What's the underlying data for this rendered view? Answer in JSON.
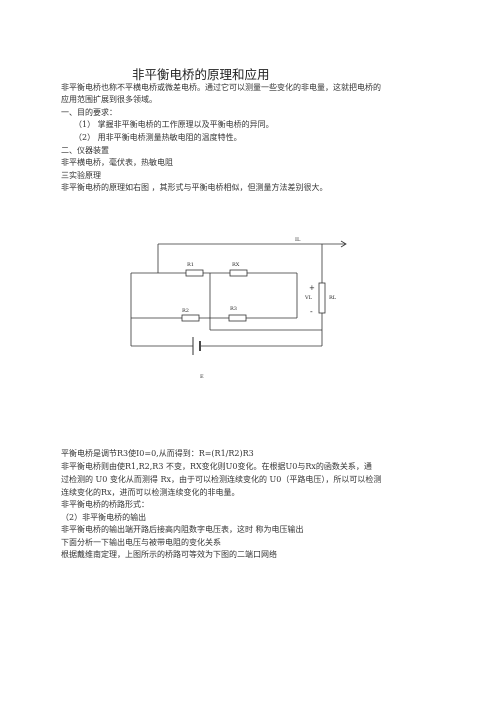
{
  "doc": {
    "title": "非平衡电桥的原理和应用",
    "intro_1": "非平衡电桥也称不平横电桥或微差电桥。通过它可以测量一些变化的非电量，这就把电桥的",
    "intro_2": "应用范围扩展到很多领域。",
    "sec1_heading": "一、目的要求：",
    "sec1_item1": "（1）   掌握非平衡电桥的工作原理以及平衡电桥的异同。",
    "sec1_item2": "（2）   用非平衡电桥测量热敏电阻的温度特性。",
    "sec2_heading": "二、仪器装置",
    "sec2_text": "非平横电桥，毫伏表，热敏电阻",
    "sec3_heading": "三实验原理",
    "sec3_text": "非平衡电桥的原理如右图 ，其形式与平衡电桥相似，但测量方法差别很大。",
    "balance": "平衡电桥是调节R3使I0=0,从而得到：R=(R1/R2)R3",
    "para_1": "非平衡电桥则由使R1,R2,R3 不变，RX变化则U0变化。在根据U0与Rx的函数关系，通",
    "para_2": "过检测的  U0 变化从而测得 Rx，由于可以检测连续变化的 U0（平路电压），所以可以检测",
    "para_3": "连续变化的Rx，进而可以检测连续变化的非电量。",
    "forms": "非平衡电桥的桥路形式：",
    "sub2": "（2）非平衡电桥的输出",
    "output_1": "非平衡电桥的输出端开路后接高内阻数字电压表，这时  称为电压输出",
    "output_2": "下面分析一下输出电压与被带电阻的变化关系",
    "output_3": "根据戴维南定理，上图所示的桥路可等效为下图的二端口网络"
  },
  "circuit": {
    "r1": "R1",
    "rx": "RX",
    "r2": "R2",
    "r3": "R3",
    "il": "IL",
    "vl": "VL",
    "rl": "RL",
    "plus": "+",
    "minus": "-",
    "e": "E"
  }
}
